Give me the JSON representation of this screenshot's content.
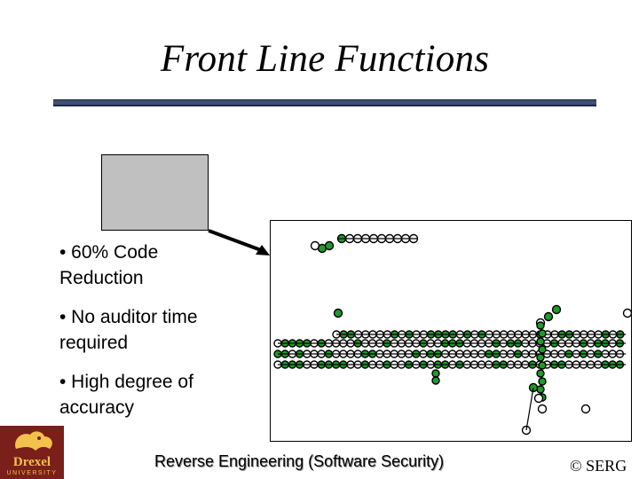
{
  "slide": {
    "title": "Front Line Functions",
    "bullets": [
      "• 60% Code Reduction",
      "• No auditor time required",
      "• High degree of accuracy"
    ],
    "footer": "Reverse Engineering (Software Security)",
    "copyright": "© SERG"
  },
  "logo": {
    "name": "Drexel",
    "subtitle": "UNIVERSITY"
  },
  "colors": {
    "rule": "#3d4f7a",
    "node_green": "#1f9a2b",
    "node_white": "#ffffff",
    "logo_bg": "#7a1f1a",
    "logo_text": "#f2c24a"
  }
}
